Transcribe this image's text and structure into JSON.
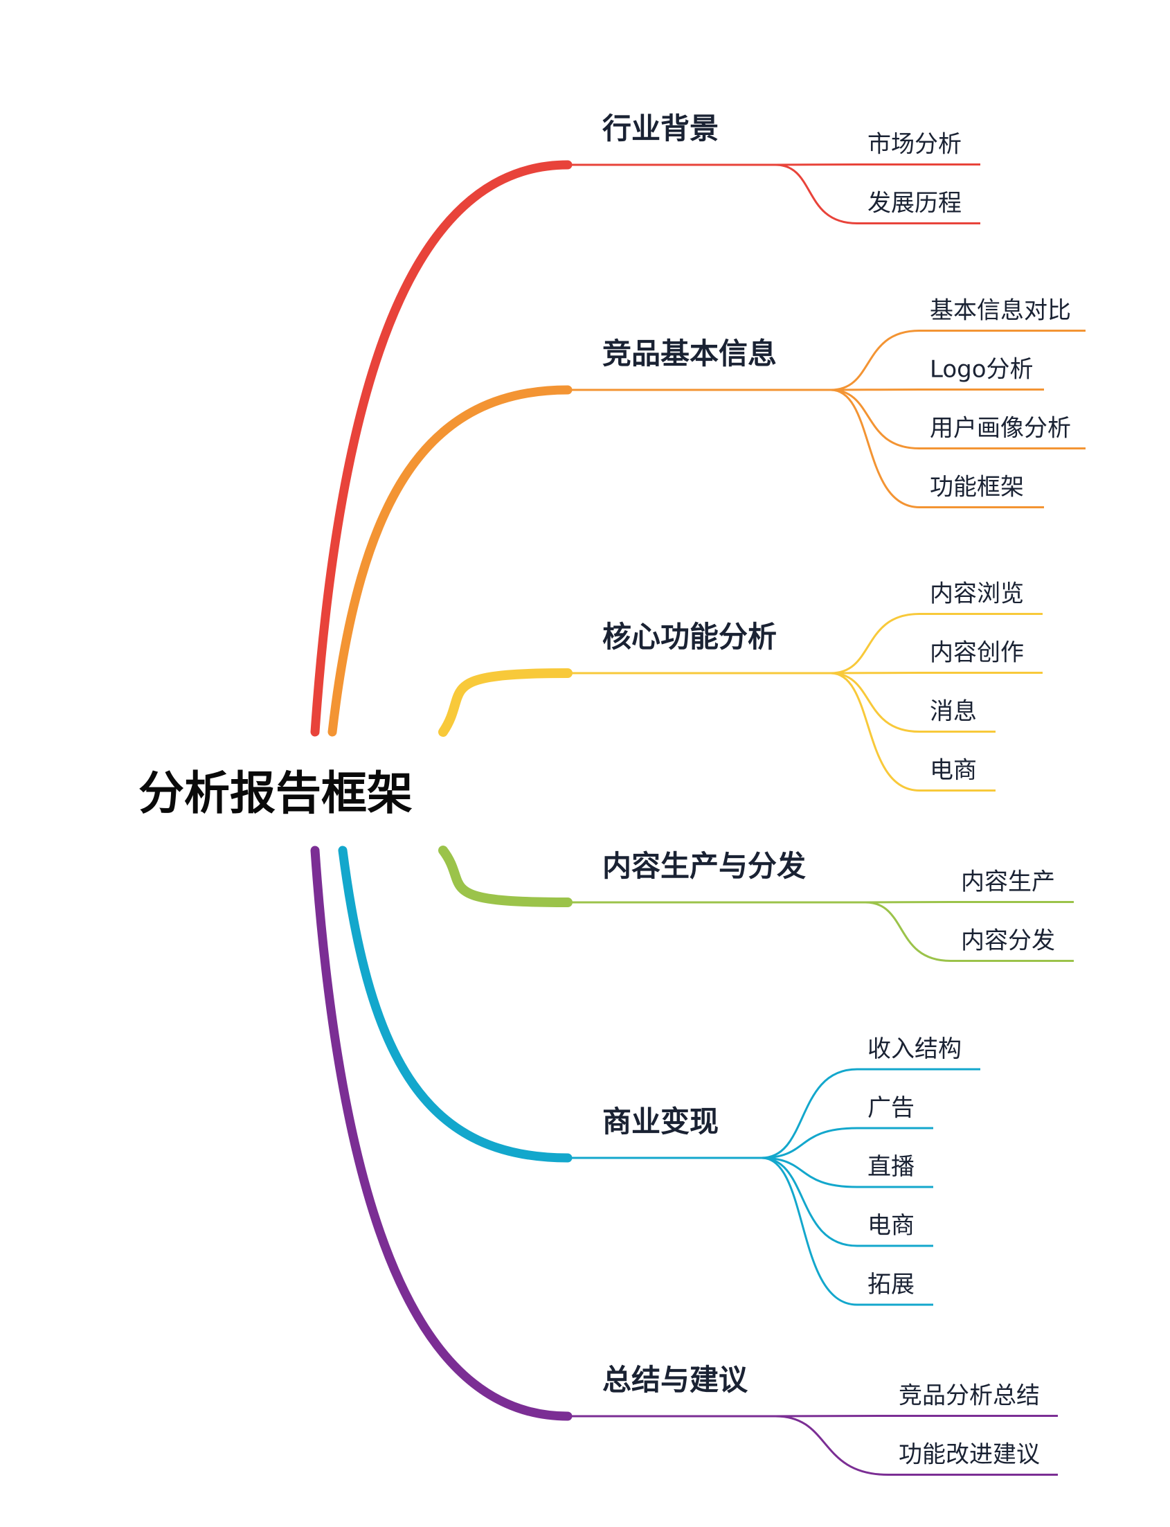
{
  "root": {
    "label": "分析报告框架"
  },
  "branches": [
    {
      "label": "行业背景",
      "color": "#e8433a",
      "children": [
        "市场分析",
        "发展历程"
      ]
    },
    {
      "label": "竞品基本信息",
      "color": "#f39433",
      "children": [
        "基本信息对比",
        "Logo分析",
        "用户画像分析",
        "功能框架"
      ]
    },
    {
      "label": "核心功能分析",
      "color": "#f8c93a",
      "children": [
        "内容浏览",
        "内容创作",
        "消息",
        "电商"
      ]
    },
    {
      "label": "内容生产与分发",
      "color": "#9bc34a",
      "children": [
        "内容生产",
        "内容分发"
      ]
    },
    {
      "label": "商业变现",
      "color": "#13a7cc",
      "children": [
        "收入结构",
        "广告",
        "直播",
        "电商",
        "拓展"
      ]
    },
    {
      "label": "总结与建议",
      "color": "#7b2e94",
      "children": [
        "竞品分析总结",
        "功能改进建议"
      ]
    }
  ]
}
